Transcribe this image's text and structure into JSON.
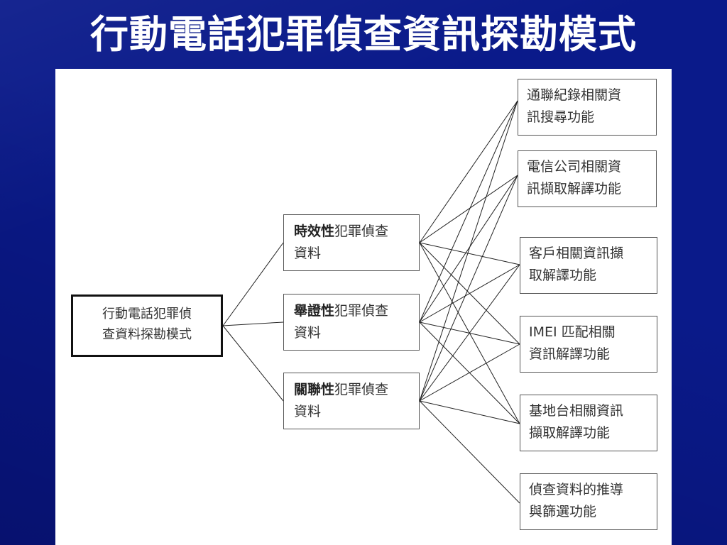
{
  "slide": {
    "title": "行動電話犯罪偵查資訊探勘模式"
  },
  "root": {
    "line1": "行動電話犯罪偵",
    "line2": "查資料探勘模式"
  },
  "mid": [
    {
      "bold": "時效性",
      "rest": "犯罪偵查",
      "line2": "資料"
    },
    {
      "bold": "舉證性",
      "rest": "犯罪偵查",
      "line2": "資料"
    },
    {
      "bold": "關聯性",
      "rest": "犯罪偵查",
      "line2": "資料"
    }
  ],
  "functions": [
    {
      "line1": "通聯紀錄相關資",
      "line2": "訊搜尋功能"
    },
    {
      "line1": "電信公司相關資",
      "line2": "訊擷取解譯功能"
    },
    {
      "line1": "客戶相關資訊擷",
      "line2": "取解譯功能"
    },
    {
      "line1": "IMEI 匹配相關",
      "line2": "資訊解譯功能"
    },
    {
      "line1": "基地台相關資訊",
      "line2": "擷取解譯功能"
    },
    {
      "line1": "偵查資料的推導",
      "line2": "與篩選功能"
    }
  ],
  "links": {
    "root_to_mid": [
      0,
      1,
      2
    ],
    "mid_to_function": [
      [
        0,
        0
      ],
      [
        0,
        1
      ],
      [
        0,
        2
      ],
      [
        0,
        3
      ],
      [
        0,
        4
      ],
      [
        1,
        0
      ],
      [
        1,
        1
      ],
      [
        1,
        2
      ],
      [
        1,
        3
      ],
      [
        1,
        4
      ],
      [
        2,
        0
      ],
      [
        2,
        1
      ],
      [
        2,
        2
      ],
      [
        2,
        3
      ],
      [
        2,
        4
      ],
      [
        2,
        5
      ]
    ]
  }
}
